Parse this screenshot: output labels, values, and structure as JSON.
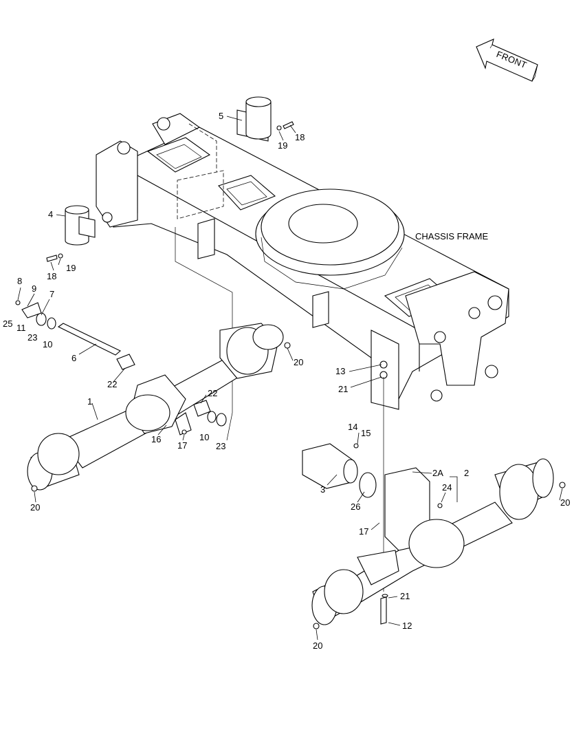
{
  "chassis_label": "CHASSIS FRAME",
  "front_arrow_label": "FRONT",
  "callouts": {
    "c1": "1",
    "c2": "2",
    "c2a": "2A",
    "c3": "3",
    "c4": "4",
    "c5": "5",
    "c6": "6",
    "c7": "7",
    "c8": "8",
    "c9": "9",
    "c10a": "10",
    "c10b": "10",
    "c11": "11",
    "c12": "12",
    "c13": "13",
    "c14": "14",
    "c15": "15",
    "c16": "16",
    "c17a": "17",
    "c17b": "17",
    "c18a": "18",
    "c18b": "18",
    "c19a": "19",
    "c19b": "19",
    "c20a": "20",
    "c20b": "20",
    "c20c": "20",
    "c20d": "20",
    "c21a": "21",
    "c21b": "21",
    "c22a": "22",
    "c22b": "22",
    "c23a": "23",
    "c23b": "23",
    "c24": "24",
    "c25": "25",
    "c26": "26"
  }
}
